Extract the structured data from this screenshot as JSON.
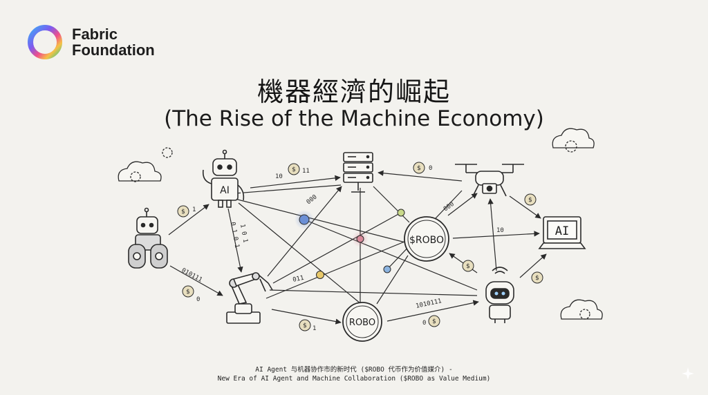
{
  "brand": {
    "line1": "Fabric",
    "line2": "Foundation",
    "icon": "ring-logo-icon"
  },
  "title": "機器經濟的崛起",
  "subtitle": "(The Rise of the Machine Economy)",
  "nodes": {
    "ai_robot": "AI",
    "robo_coin_center": "$ROBO",
    "robo_coin_bottom": "ROBO",
    "ai_monitor": "AI"
  },
  "edge_labels": {
    "ai_to_server": "10",
    "ai_to_server_b": "11",
    "server_from_drone": "0",
    "left_robot_to_ai": "1",
    "left_robot_to_arm": "010111",
    "left_robot_to_arm_b": "0",
    "ai_to_arm_bits": "0 1 0 1",
    "ai_to_arm_bits_b": "1 0 1",
    "node_bits": "000",
    "arm_bits": "011",
    "coin_to_drone": "000",
    "coin_to_monitor": "10",
    "arm_to_robo": "1",
    "robo_to_bot": "1010111",
    "robo_to_bot_b": "0"
  },
  "caption": {
    "line1": "AI Agent 与机器协作市的新时代 ($ROBO 代币作为价值媒介) -",
    "line2": "New Era of AI Agent and Machine Collaboration ($ROBO as Value Medium)"
  },
  "colors": {
    "background": "#f3f2ee",
    "ink": "#2a2a2a",
    "node_blue": "#6b8fd6",
    "node_pink": "#d98a9a",
    "node_yellow": "#e8c86a",
    "node_lightblue": "#8cb4e0",
    "node_green": "#c9d98a",
    "coin_gold": "#d9c27a"
  }
}
